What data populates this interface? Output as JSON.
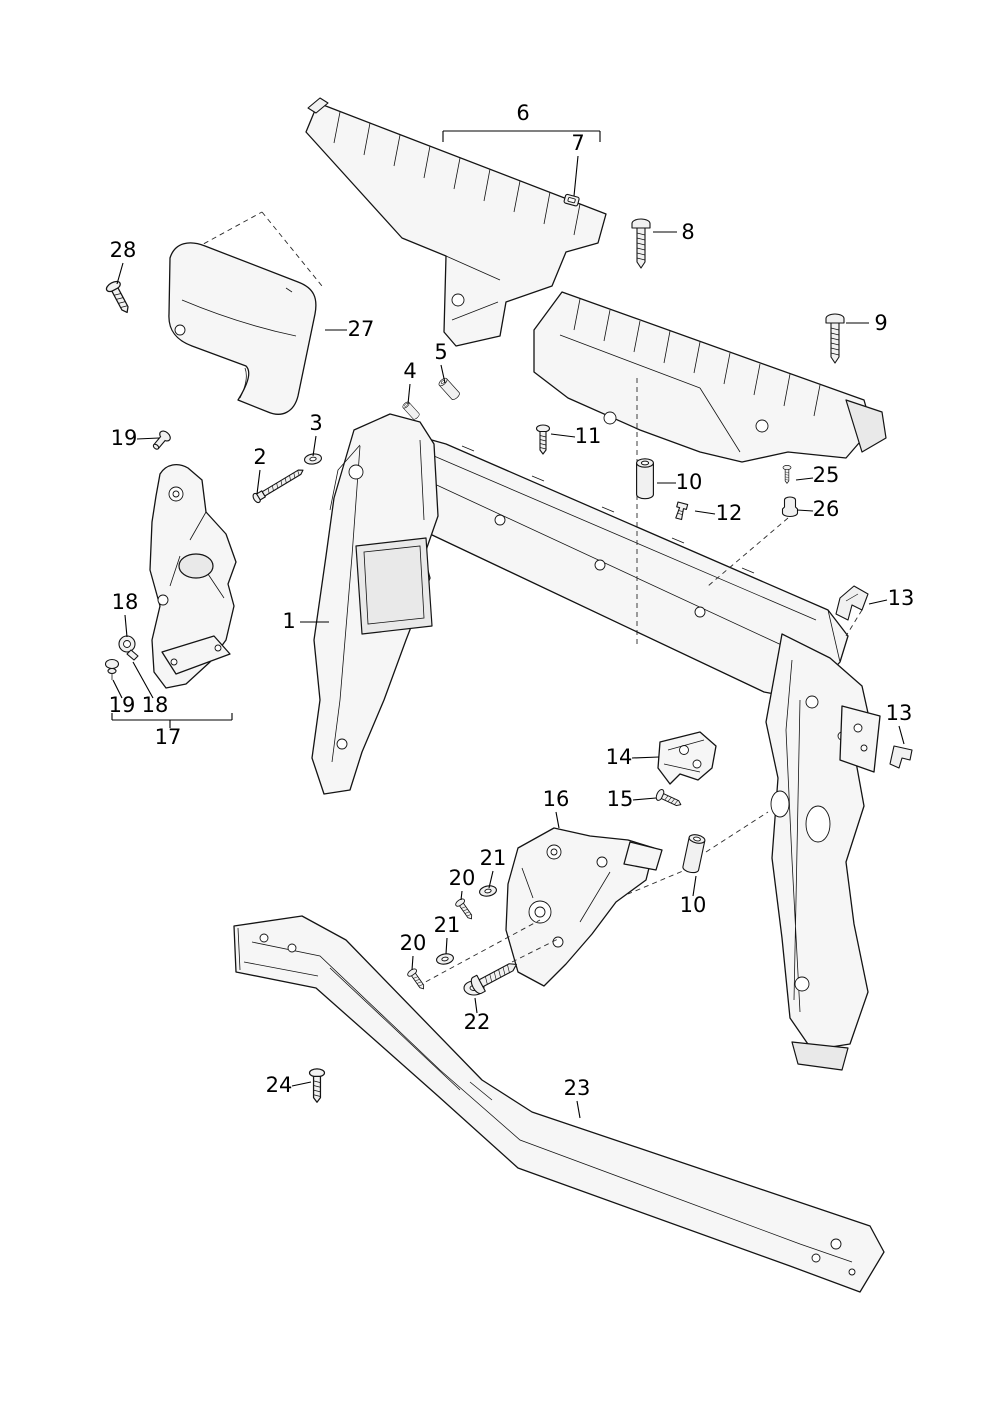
{
  "diagram": {
    "background": "#ffffff",
    "line_color": "#141414",
    "part_fill": "#f6f6f6"
  },
  "callouts": [
    {
      "label": "6"
    },
    {
      "label": "7"
    },
    {
      "label": "8"
    },
    {
      "label": "9"
    },
    {
      "label": "28"
    },
    {
      "label": "27"
    },
    {
      "label": "5"
    },
    {
      "label": "4"
    },
    {
      "label": "3"
    },
    {
      "label": "2"
    },
    {
      "label": "19"
    },
    {
      "label": "11"
    },
    {
      "label": "10"
    },
    {
      "label": "12"
    },
    {
      "label": "25"
    },
    {
      "label": "26"
    },
    {
      "label": "13"
    },
    {
      "label": "1"
    },
    {
      "label": "18"
    },
    {
      "label": "19"
    },
    {
      "label": "18"
    },
    {
      "label": "17"
    },
    {
      "label": "13"
    },
    {
      "label": "14"
    },
    {
      "label": "15"
    },
    {
      "label": "16"
    },
    {
      "label": "21"
    },
    {
      "label": "20"
    },
    {
      "label": "10"
    },
    {
      "label": "21"
    },
    {
      "label": "20"
    },
    {
      "label": "22"
    },
    {
      "label": "24"
    },
    {
      "label": "23"
    }
  ]
}
